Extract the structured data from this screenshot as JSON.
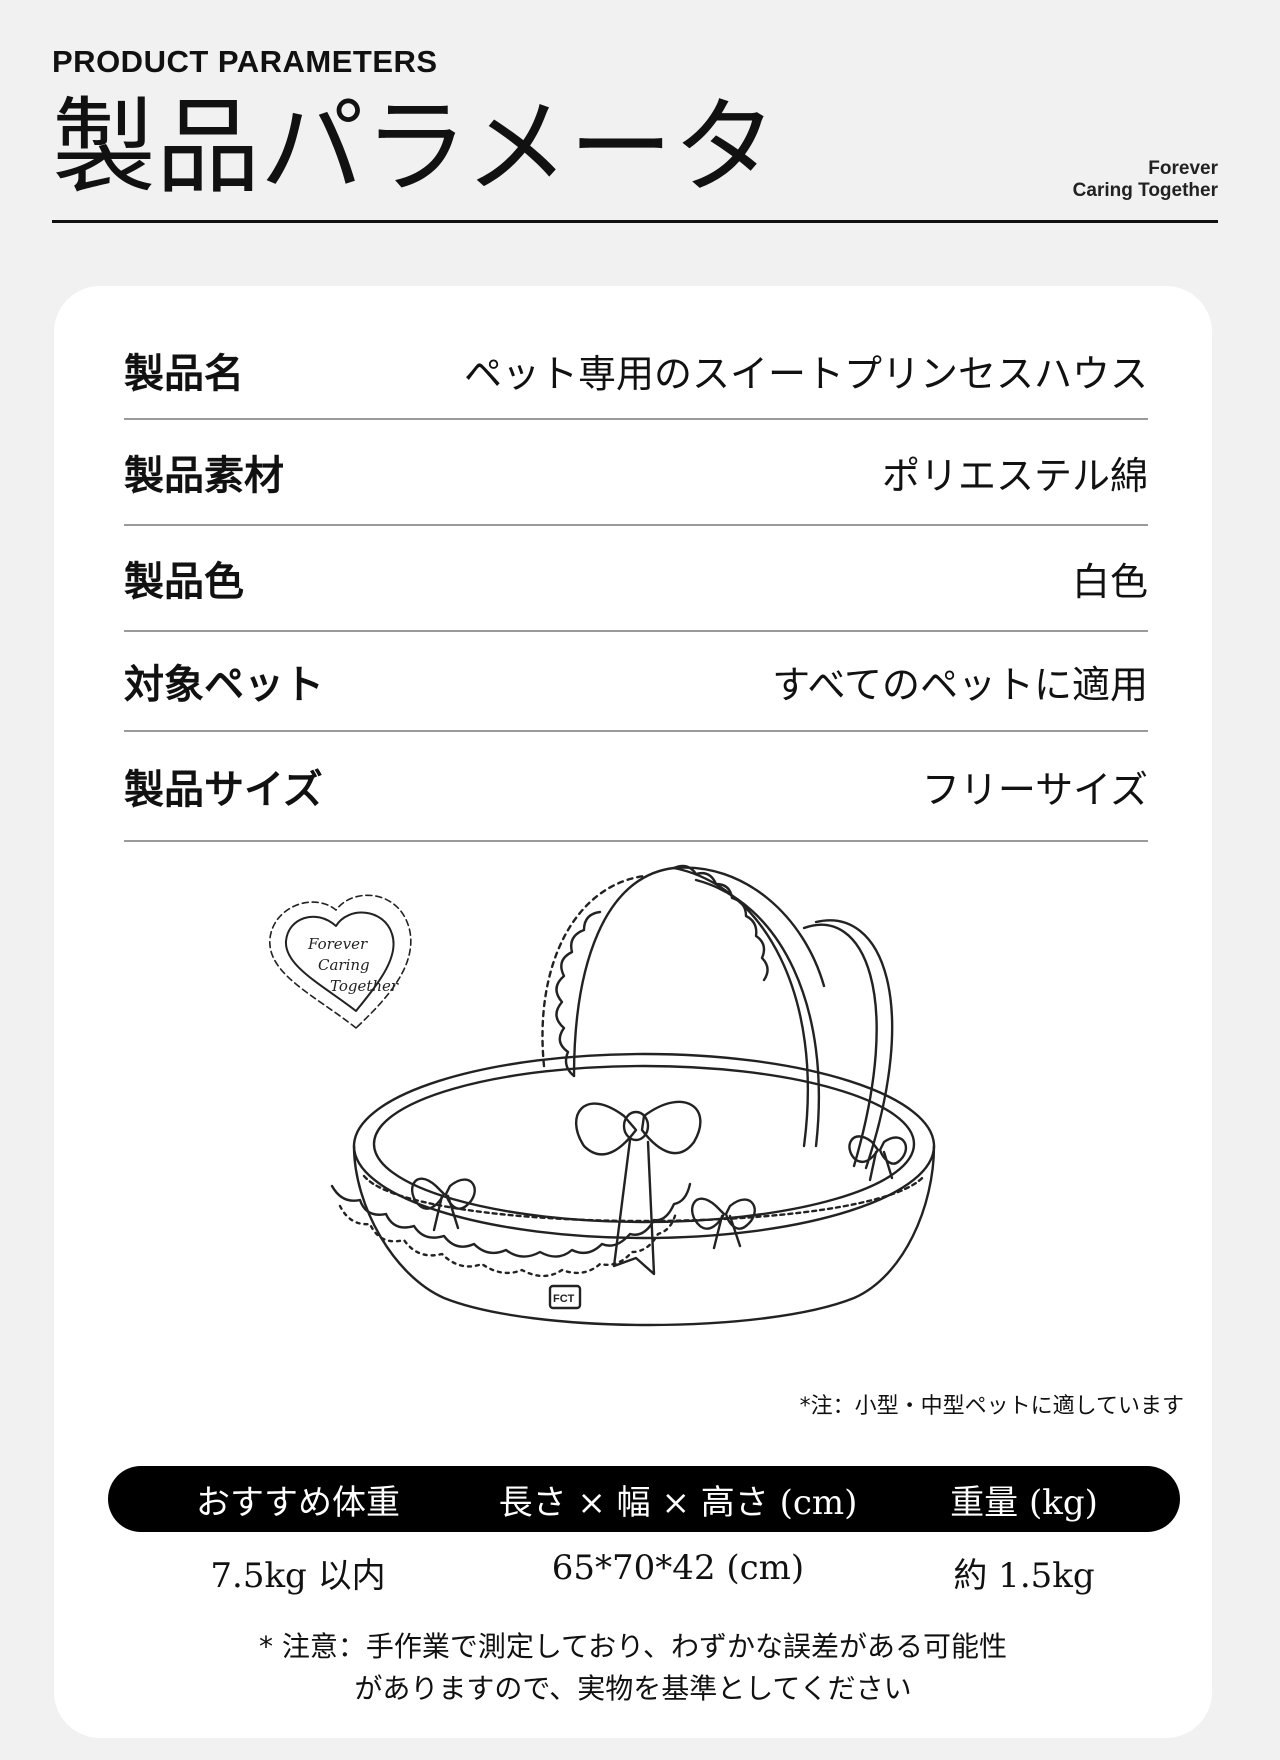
{
  "header": {
    "en_title": "PRODUCT PARAMETERS",
    "jp_title": "製品パラメータ",
    "brand_line1": "Forever",
    "brand_line2": "Caring Together"
  },
  "params": [
    {
      "label": "製品名",
      "value": "ペット専用のスイートプリンセスハウス"
    },
    {
      "label": "製品素材",
      "value": "ポリエステル綿"
    },
    {
      "label": "製品色",
      "value": "白色"
    },
    {
      "label": "対象ペット",
      "value": "すべてのペットに適用"
    },
    {
      "label": "製品サイズ",
      "value": "フリーサイズ"
    }
  ],
  "illustration": {
    "heart_text": [
      "Forever",
      "Caring",
      "Together"
    ],
    "tag_text": "FCT"
  },
  "note": "*注：小型・中型ペットに適しています",
  "specs": {
    "headers": [
      "おすすめ体重",
      "長さ × 幅 × 高さ (cm)",
      "重量 (kg)"
    ],
    "values": [
      "7.5kg 以内",
      "65*70*42 (cm)",
      "約 1.5kg"
    ]
  },
  "disclaimer": {
    "line1": "* 注意：手作業で測定しており、わずかな誤差がある可能性",
    "line2": "がありますので、実物を基準としてください"
  }
}
